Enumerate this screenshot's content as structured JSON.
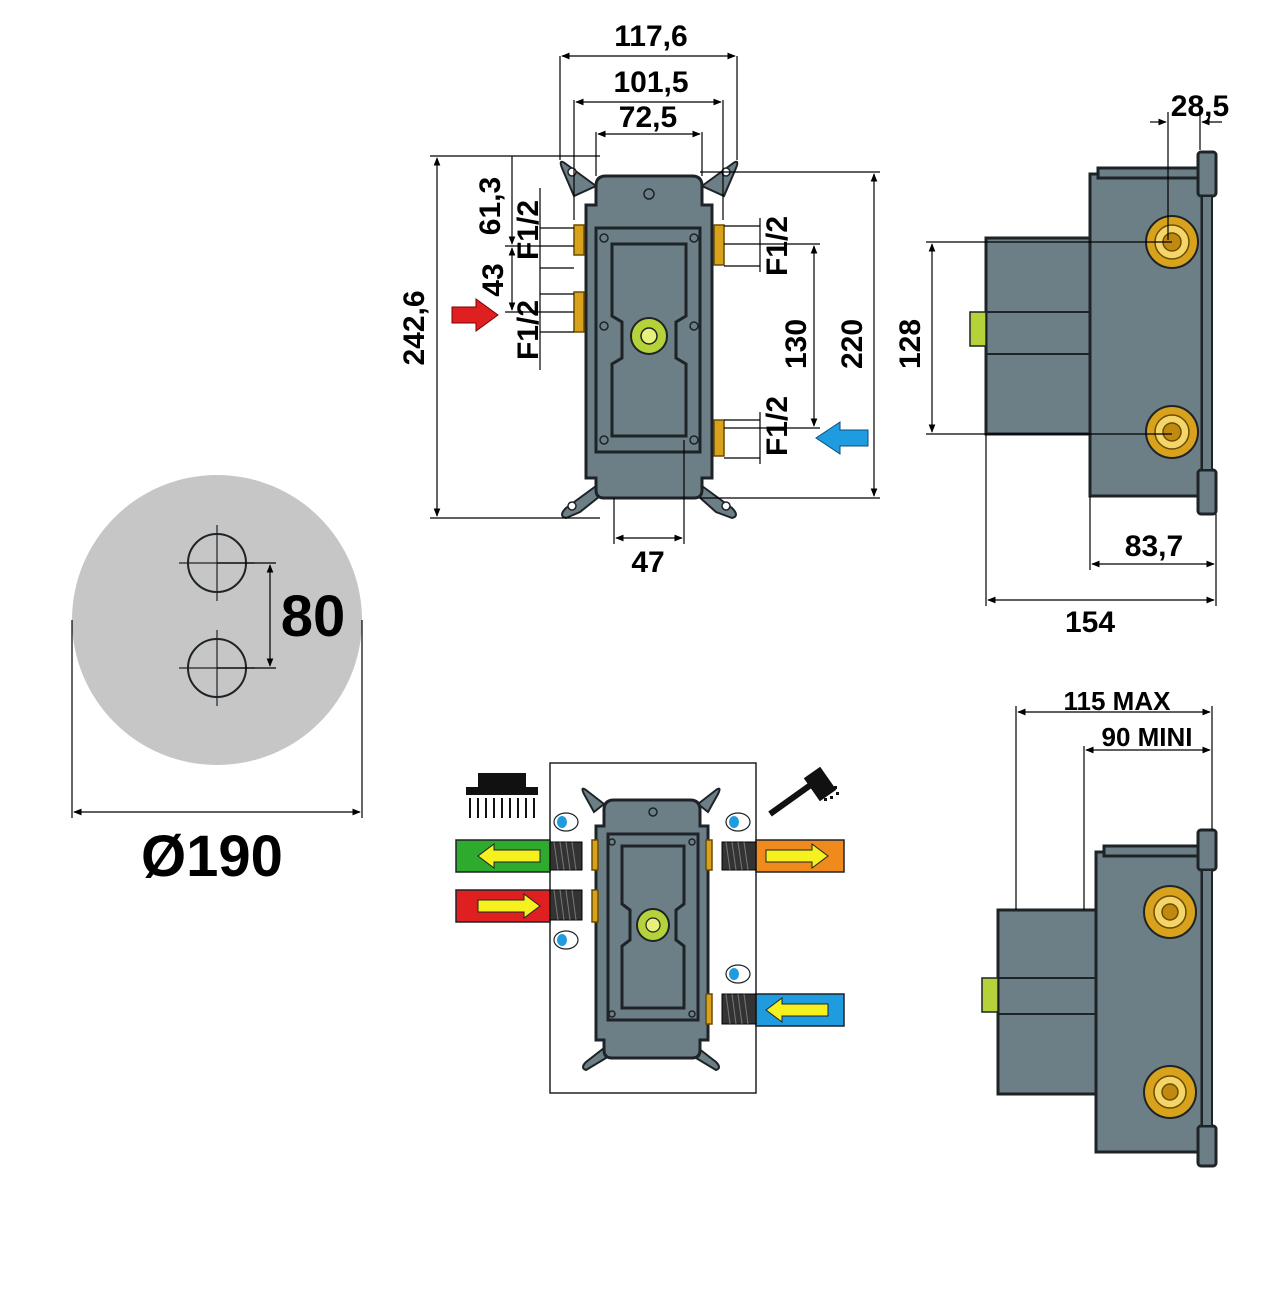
{
  "diagram": {
    "front_view": {
      "dim_width_outer": "117,6",
      "dim_width_mid": "101,5",
      "dim_width_inner": "72,5",
      "dim_height_total": "242,6",
      "dim_top_offset": "61,3",
      "dim_inlet_spacing": "43",
      "dim_port_spacing": "130",
      "dim_height_body": "220",
      "dim_bottom": "47",
      "thread_top_left": "F1/2",
      "thread_mid_left": "F1/2",
      "thread_top_right": "F1/2",
      "thread_bottom_right": "F1/2",
      "colors": {
        "hot_arrow": "#e02020",
        "cold_arrow": "#1f9be0",
        "body": "#6d7f86",
        "brass": "#d8a21c",
        "cartridge": "#b6d23a"
      }
    },
    "side_view": {
      "dim_flange": "28,5",
      "dim_port_spacing": "128",
      "dim_depth_body": "83,7",
      "dim_depth_total": "154"
    },
    "plate": {
      "dim_knob_spacing": "80",
      "dim_diameter": "Ø190",
      "color": "#c6c6c6"
    },
    "installation": {
      "dim_max": "115 MAX",
      "dim_min": "90 MINI",
      "icons": [
        "rain-shower-icon",
        "hand-shower-icon",
        "ptfe-tape-icon"
      ],
      "colors": {
        "outlet_1": "#2eaa2e",
        "outlet_2": "#f08a1c",
        "hot_in": "#e02020",
        "cold_in": "#1f9be0",
        "flow_arrow": "#f5f01e"
      }
    }
  }
}
